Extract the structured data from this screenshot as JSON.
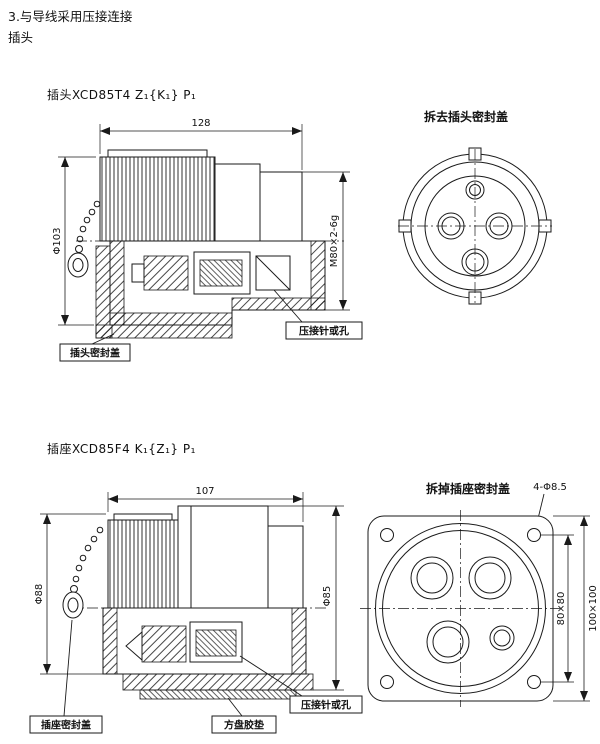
{
  "header": {
    "line1": "3.与导线采用压接连接",
    "line2": "插头"
  },
  "plug": {
    "title": "插头XCD85T4  Z₁{K₁}  P₁",
    "dims": {
      "length": "128",
      "diameter": "Φ103",
      "thread": "M80×2-6g"
    },
    "labels": {
      "seal_cover": "插头密封盖",
      "crimp": "压接针或孔"
    },
    "front_view_title": "拆去插头密封盖"
  },
  "socket": {
    "title": "插座XCD85F4  K₁{Z₁}  P₁",
    "dims": {
      "length": "107",
      "diameter_nut": "Φ88",
      "diameter_shell": "Φ85",
      "bolt_holes": "4-Φ8.5",
      "hole_spacing": "80×80",
      "flange_size": "100×100"
    },
    "labels": {
      "seal_cover": "插座密封盖",
      "pad": "方盘胶垫",
      "crimp": "压接针或孔"
    },
    "front_view_title": "拆掉插座密封盖"
  }
}
